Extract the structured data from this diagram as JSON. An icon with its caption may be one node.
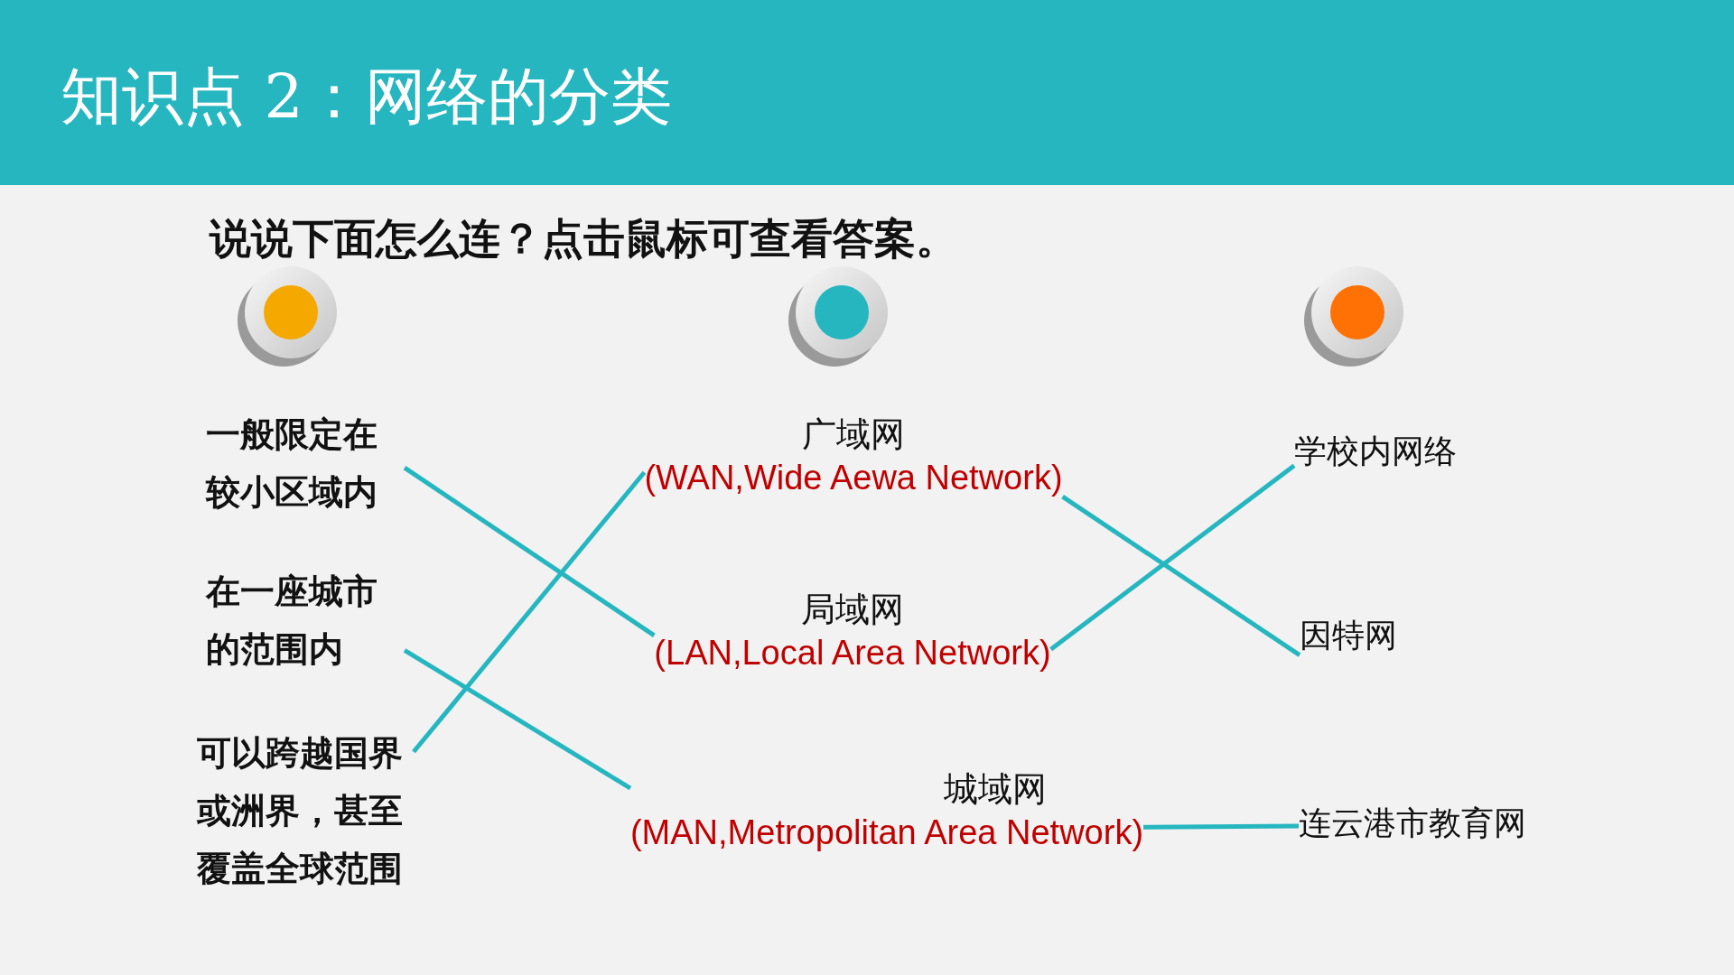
{
  "diagram": {
    "title": "知识点 2：网络的分类",
    "nodes": [
      {
        "text": [
          "一般限定在较小区域内"
        ]
      },
      {
        "text": [
          "在一座城市的范围内"
        ]
      },
      {
        "text": [
          "可以跨越国界或洲界，甚至覆盖全球范围"
        ]
      },
      {
        "text": [
          "广域网",
          "(WAN,Wide Aewa Network)"
        ]
      },
      {
        "text": [
          "局域网",
          "(LAN,Local Area Network)"
        ]
      },
      {
        "text": [
          "城域网",
          "(MAN,Metropolitan Area Network)"
        ]
      },
      {
        "text": [
          "学校内网络"
        ]
      },
      {
        "text": [
          "因特网"
        ]
      },
      {
        "text": [
          "连云港市教育网"
        ]
      }
    ],
    "edges": [
      {
        "from": 0,
        "to": 4,
        "arrow": "none"
      },
      {
        "from": 1,
        "to": 5,
        "arrow": "none"
      },
      {
        "from": 2,
        "to": 3,
        "arrow": "none"
      },
      {
        "from": 3,
        "to": 7,
        "arrow": "none"
      },
      {
        "from": 4,
        "to": 6,
        "arrow": "none"
      },
      {
        "from": 5,
        "to": 8,
        "arrow": "none"
      }
    ],
    "labels": [
      "说说下面怎么连？点击鼠标可查看答案。"
    ]
  }
}
